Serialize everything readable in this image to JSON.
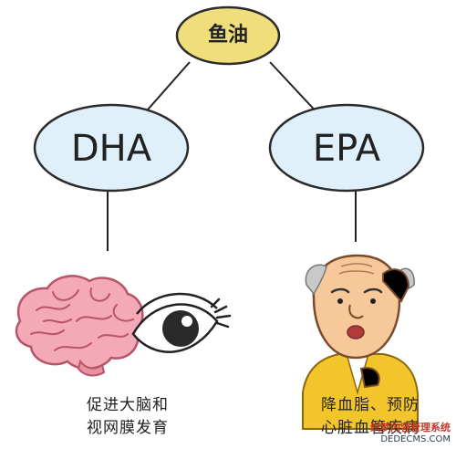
{
  "diagram": {
    "root": {
      "label": "鱼油",
      "fill": "#f0de7c",
      "stroke": "#2b2b2b"
    },
    "children": [
      {
        "id": "dha",
        "label": "DHA",
        "fill": "#dff0fb",
        "caption_lines": [
          "促进大脑和",
          "视网膜发育"
        ]
      },
      {
        "id": "epa",
        "label": "EPA",
        "fill": "#dff0fb",
        "caption_lines": [
          "降血脂、预防",
          "心脏血管疾病"
        ]
      }
    ],
    "illustrations": {
      "dha": [
        "brain-illustration",
        "eye-illustration"
      ],
      "epa": [
        "elderly-man-illustration"
      ]
    }
  },
  "watermark": {
    "line1": "织梦内容管理系统",
    "line2": "DEDECMS.COM"
  },
  "colors": {
    "brain": "#f3a9b6",
    "brain_outline": "#b8546a",
    "skin": "#f6c89a",
    "vest": "#f2c52b"
  }
}
